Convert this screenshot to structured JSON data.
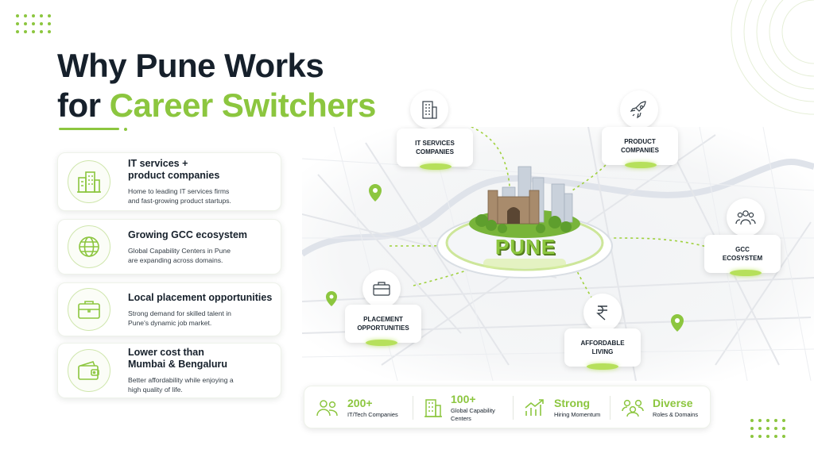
{
  "title": {
    "line1": "Why Pune Works",
    "line2_prefix": "for",
    "line2_accent": "Career Switchers"
  },
  "colors": {
    "accent": "#8cc63f",
    "dark": "#16202b",
    "glow": "#b6e05b"
  },
  "features": [
    {
      "icon": "office-buildings-icon",
      "heading": "IT services +\nproduct companies",
      "description": "Home to leading IT services firms\nand fast-growing product startups."
    },
    {
      "icon": "globe-icon",
      "heading": "Growing GCC ecosystem",
      "description": "Global Capability Centers in Pune\nare expanding across domains."
    },
    {
      "icon": "briefcase-icon",
      "heading": "Local placement opportunities",
      "description": "Strong demand for skilled talent in\nPune's dynamic job market."
    },
    {
      "icon": "wallet-icon",
      "heading": "Lower cost than\nMumbai & Bengaluru",
      "description": "Better affordability while enjoying a\nhigh quality of life."
    }
  ],
  "map": {
    "center_label": "PUNE",
    "nodes": [
      {
        "icon": "building-icon",
        "label": "IT SERVICES\nCOMPANIES"
      },
      {
        "icon": "rocket-icon",
        "label": "PRODUCT\nCOMPANIES"
      },
      {
        "icon": "people-group-icon",
        "label": "GCC\nECOSYSTEM"
      },
      {
        "icon": "briefcase-icon",
        "label": "PLACEMENT\nOPPORTUNITIES"
      },
      {
        "icon": "rupee-icon",
        "label": "AFFORDABLE\nLIVING"
      }
    ]
  },
  "stats": [
    {
      "icon": "people-icon",
      "value": "200+",
      "label": "IT/Tech Companies"
    },
    {
      "icon": "building-icon",
      "value": "100+",
      "label": "Global Capability\nCenters"
    },
    {
      "icon": "growth-chart-icon",
      "value": "Strong",
      "label": "Hiring Momentum"
    },
    {
      "icon": "team-network-icon",
      "value": "Diverse",
      "label": "Roles & Domains"
    }
  ]
}
